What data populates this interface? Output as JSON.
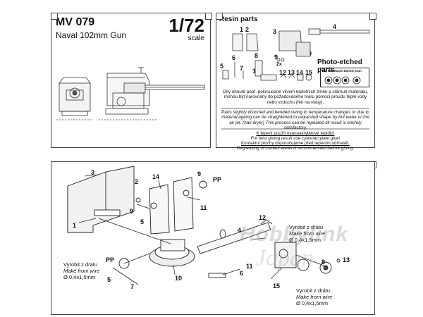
{
  "header": {
    "model_number": "MV 079",
    "model_name": "Naval 102mm Gun",
    "scale": "1/72",
    "scale_label": "scale"
  },
  "resin_section": {
    "title": "Resin parts",
    "part_labels": [
      "1",
      "2",
      "3",
      "4",
      "5",
      "6",
      "7",
      "8",
      "9",
      "2x",
      "10",
      "11",
      "12",
      "13",
      "14",
      "15"
    ]
  },
  "photo_etched_section": {
    "title": "Photo-etched parts",
    "plate_label": "MV 079 Naval 102mm Gun"
  },
  "notes": {
    "czech_1": "Díly ohnuté popř. pokroucené vlivem teplotních změn a stárnutí materiálu, mohou být narovnány do požadovaného tvaru pomocí proudu teplé vody nebo vzduchu (fén na vlasy).",
    "english_1": "Parts slightly distorted and bended owing to temperature changes or due to material ageing can be straightened to requested shape by hot water or hot air jet. (hair dryer) This process can be repeated till result is entirely satisfactory.",
    "czech_2": "K lepení použít kyanoakrylátové lepidlo!",
    "english_2": "For best gluing result use cyanoacrylate glue!",
    "czech_3": "Kontaktní plochy doporučujeme před lepením odmastit.",
    "english_3": "Degreasing of contact areas is recommended before gluing."
  },
  "assembly": {
    "part_labels": [
      "1",
      "2",
      "3",
      "4",
      "5",
      "6",
      "7",
      "8",
      "9",
      "10",
      "11",
      "12",
      "13",
      "14",
      "15"
    ],
    "pp_label": "PP",
    "wire_note_cz": "Vyrobit z drátu",
    "wire_note_en": "Make from wire",
    "wire_size": "Ø 0,4x1,5mm"
  },
  "watermark": {
    "line1": "Hobbylink",
    "line2": "Japan"
  }
}
